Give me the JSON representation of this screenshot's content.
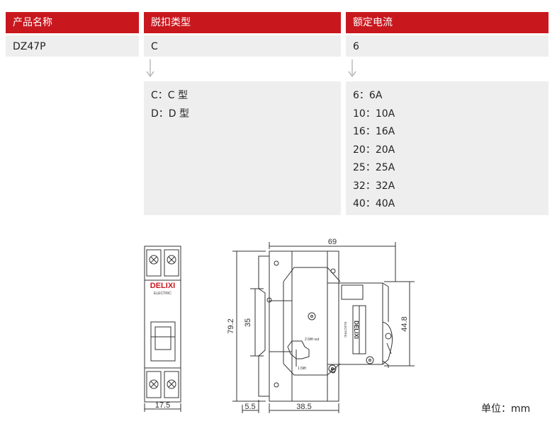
{
  "table": {
    "headers": [
      "产品名称",
      "脱扣类型",
      "额定电流"
    ],
    "values": [
      "DZ47P",
      "C",
      "6"
    ]
  },
  "trip_options": [
    "C：C 型",
    "D：D 型"
  ],
  "current_options": [
    "6：6A",
    "10：10A",
    "16：16A",
    "20：20A",
    "25：25A",
    "32：32A",
    "40：40A"
  ],
  "drawing": {
    "brand": "DELIXI",
    "brand_sub": "ELECTRIC",
    "front_width": "17.5",
    "height_total": "79.2",
    "height_inner": "35",
    "depth_total": "69",
    "depth_side": "44.8",
    "offset_left": "5.5",
    "depth_body": "38.5",
    "label_out": "2.5lift out",
    "label_lift": "1.5lift",
    "accent_color": "#c9171e"
  },
  "unit_label": "单位：mm"
}
